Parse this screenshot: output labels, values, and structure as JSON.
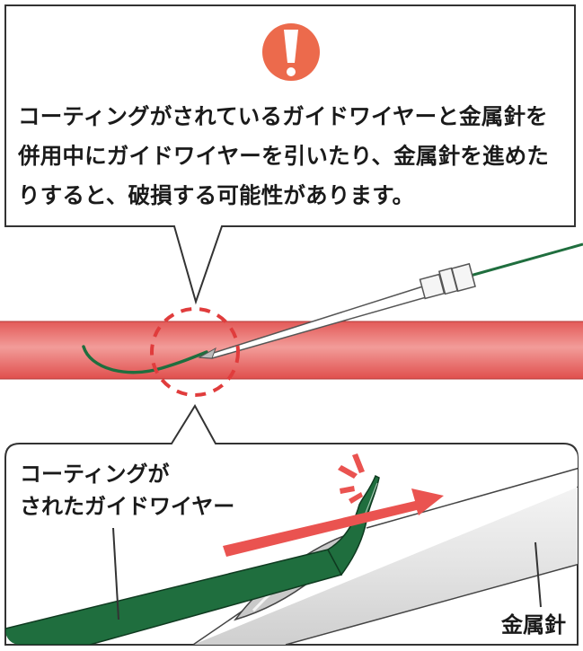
{
  "warning": {
    "icon": "exclamation-icon",
    "icon_color": "#ec6a4c",
    "lines": [
      "コーティングがされているガイドワイヤーと金属針を",
      "併用中にガイドワイヤーを引いたり、金属針を進めた",
      "りすると、破損する可能性があります。"
    ]
  },
  "detail": {
    "guidewire_label_line1": "コーティングが",
    "guidewire_label_line2": "されたガイドワイヤー",
    "needle_label": "金属針"
  },
  "colors": {
    "vessel": "#e8605e",
    "vessel_highlight": "#f4a3a0",
    "guidewire": "#1f6e3e",
    "arrow": "#ea5350",
    "dashed_circle": "#e03c3c"
  }
}
